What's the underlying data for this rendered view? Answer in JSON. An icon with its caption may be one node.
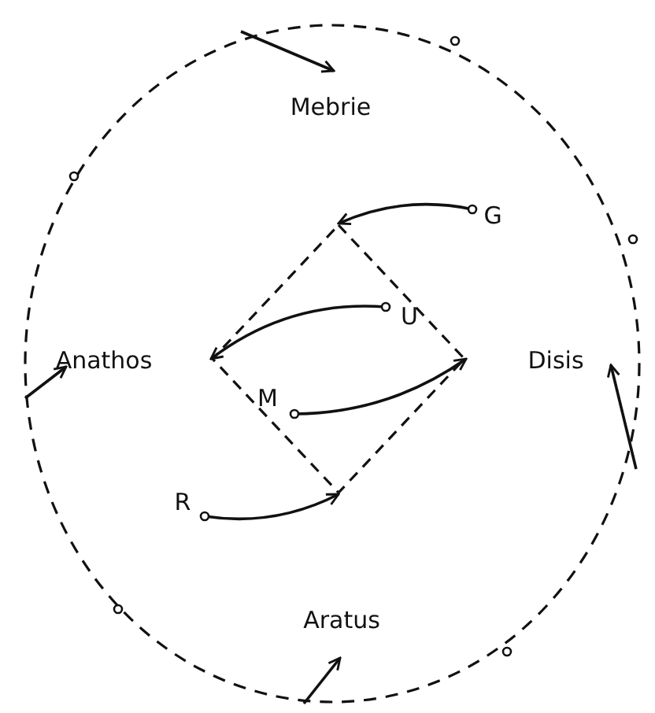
{
  "diagram": {
    "nodes": [
      {
        "text": [
          "Mebrie"
        ]
      },
      {
        "text": [
          "G"
        ]
      },
      {
        "text": [],
        "shape": "diamond"
      },
      {
        "text": [
          "Anathos"
        ]
      },
      {
        "text": [
          "U"
        ],
        "in": 2
      },
      {
        "text": [
          "Disis"
        ]
      },
      {
        "text": [
          "M"
        ],
        "in": 2
      },
      {
        "text": [
          "R"
        ]
      },
      {
        "text": [
          "Aratus"
        ]
      }
    ],
    "edges": [
      {
        "from": 1,
        "to": 2,
        "arrow": "to"
      },
      {
        "from": 4,
        "to": 2,
        "arrow": "to"
      },
      {
        "from": 6,
        "to": 2,
        "arrow": "to"
      },
      {
        "from": 7,
        "to": 2,
        "arrow": "to"
      }
    ]
  }
}
